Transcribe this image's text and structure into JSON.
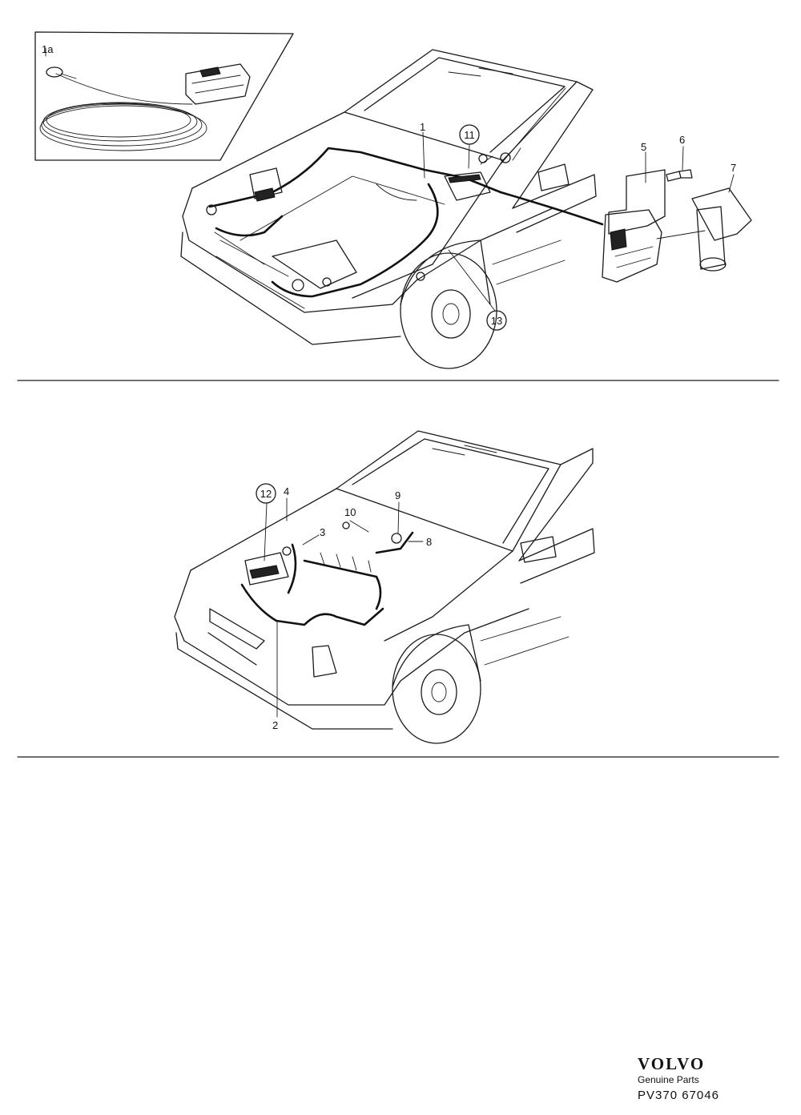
{
  "callouts": {
    "c1": "1",
    "c1a": "1a",
    "c2": "2",
    "c3": "3",
    "c4": "4",
    "c5": "5",
    "c6": "6",
    "c7": "7",
    "c8": "8",
    "c9": "9",
    "c10": "10",
    "c11": "11",
    "c12": "12",
    "c13": "13"
  },
  "branding": {
    "logo": "VOLVO",
    "subtitle": "Genuine Parts",
    "code": "PV370 67046"
  }
}
